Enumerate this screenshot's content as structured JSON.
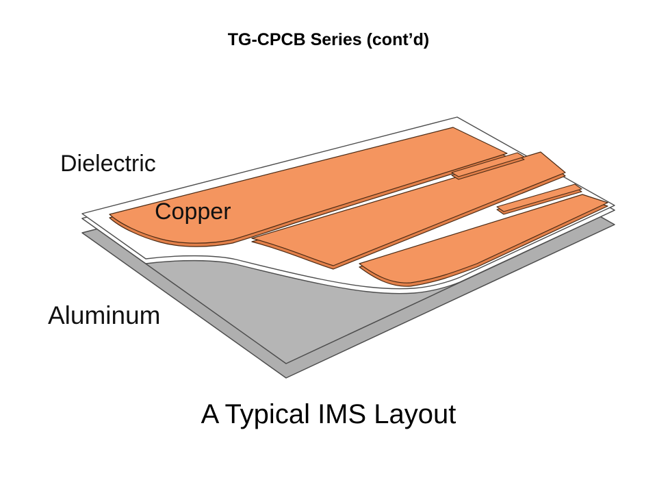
{
  "title": "TG-CPCB Series (cont’d)",
  "caption": "A Typical IMS Layout",
  "diagram": {
    "labels": {
      "dielectric": "Dielectric",
      "copper": "Copper",
      "aluminum": "Aluminum"
    },
    "colors": {
      "copper_top": "#F4955F",
      "copper_side": "#E2804A",
      "copper_outline": "#4A2A14",
      "dielectric": "#FFFFFF",
      "aluminum_top": "#B5B5B5",
      "aluminum_bottom": "#AFAFAF",
      "outline": "#4D4D4D",
      "text": "#000000"
    }
  }
}
